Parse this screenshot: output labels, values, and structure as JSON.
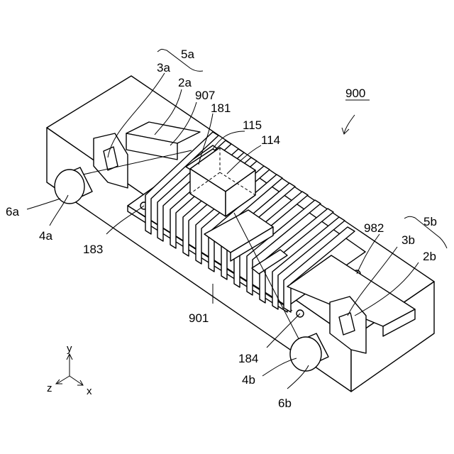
{
  "figure": {
    "reference_number": "900",
    "labels": {
      "l5a": "5a",
      "l3a": "3a",
      "l2a": "2a",
      "l907": "907",
      "l181": "181",
      "l115": "115",
      "l114": "114",
      "l6a": "6a",
      "l4a": "4a",
      "l183": "183",
      "l901": "901",
      "l5b": "5b",
      "l982": "982",
      "l3b": "3b",
      "l2b": "2b",
      "l184": "184",
      "l4b": "4b",
      "l6b": "6b"
    },
    "axes": {
      "y": "y",
      "z": "z",
      "x": "x"
    }
  }
}
